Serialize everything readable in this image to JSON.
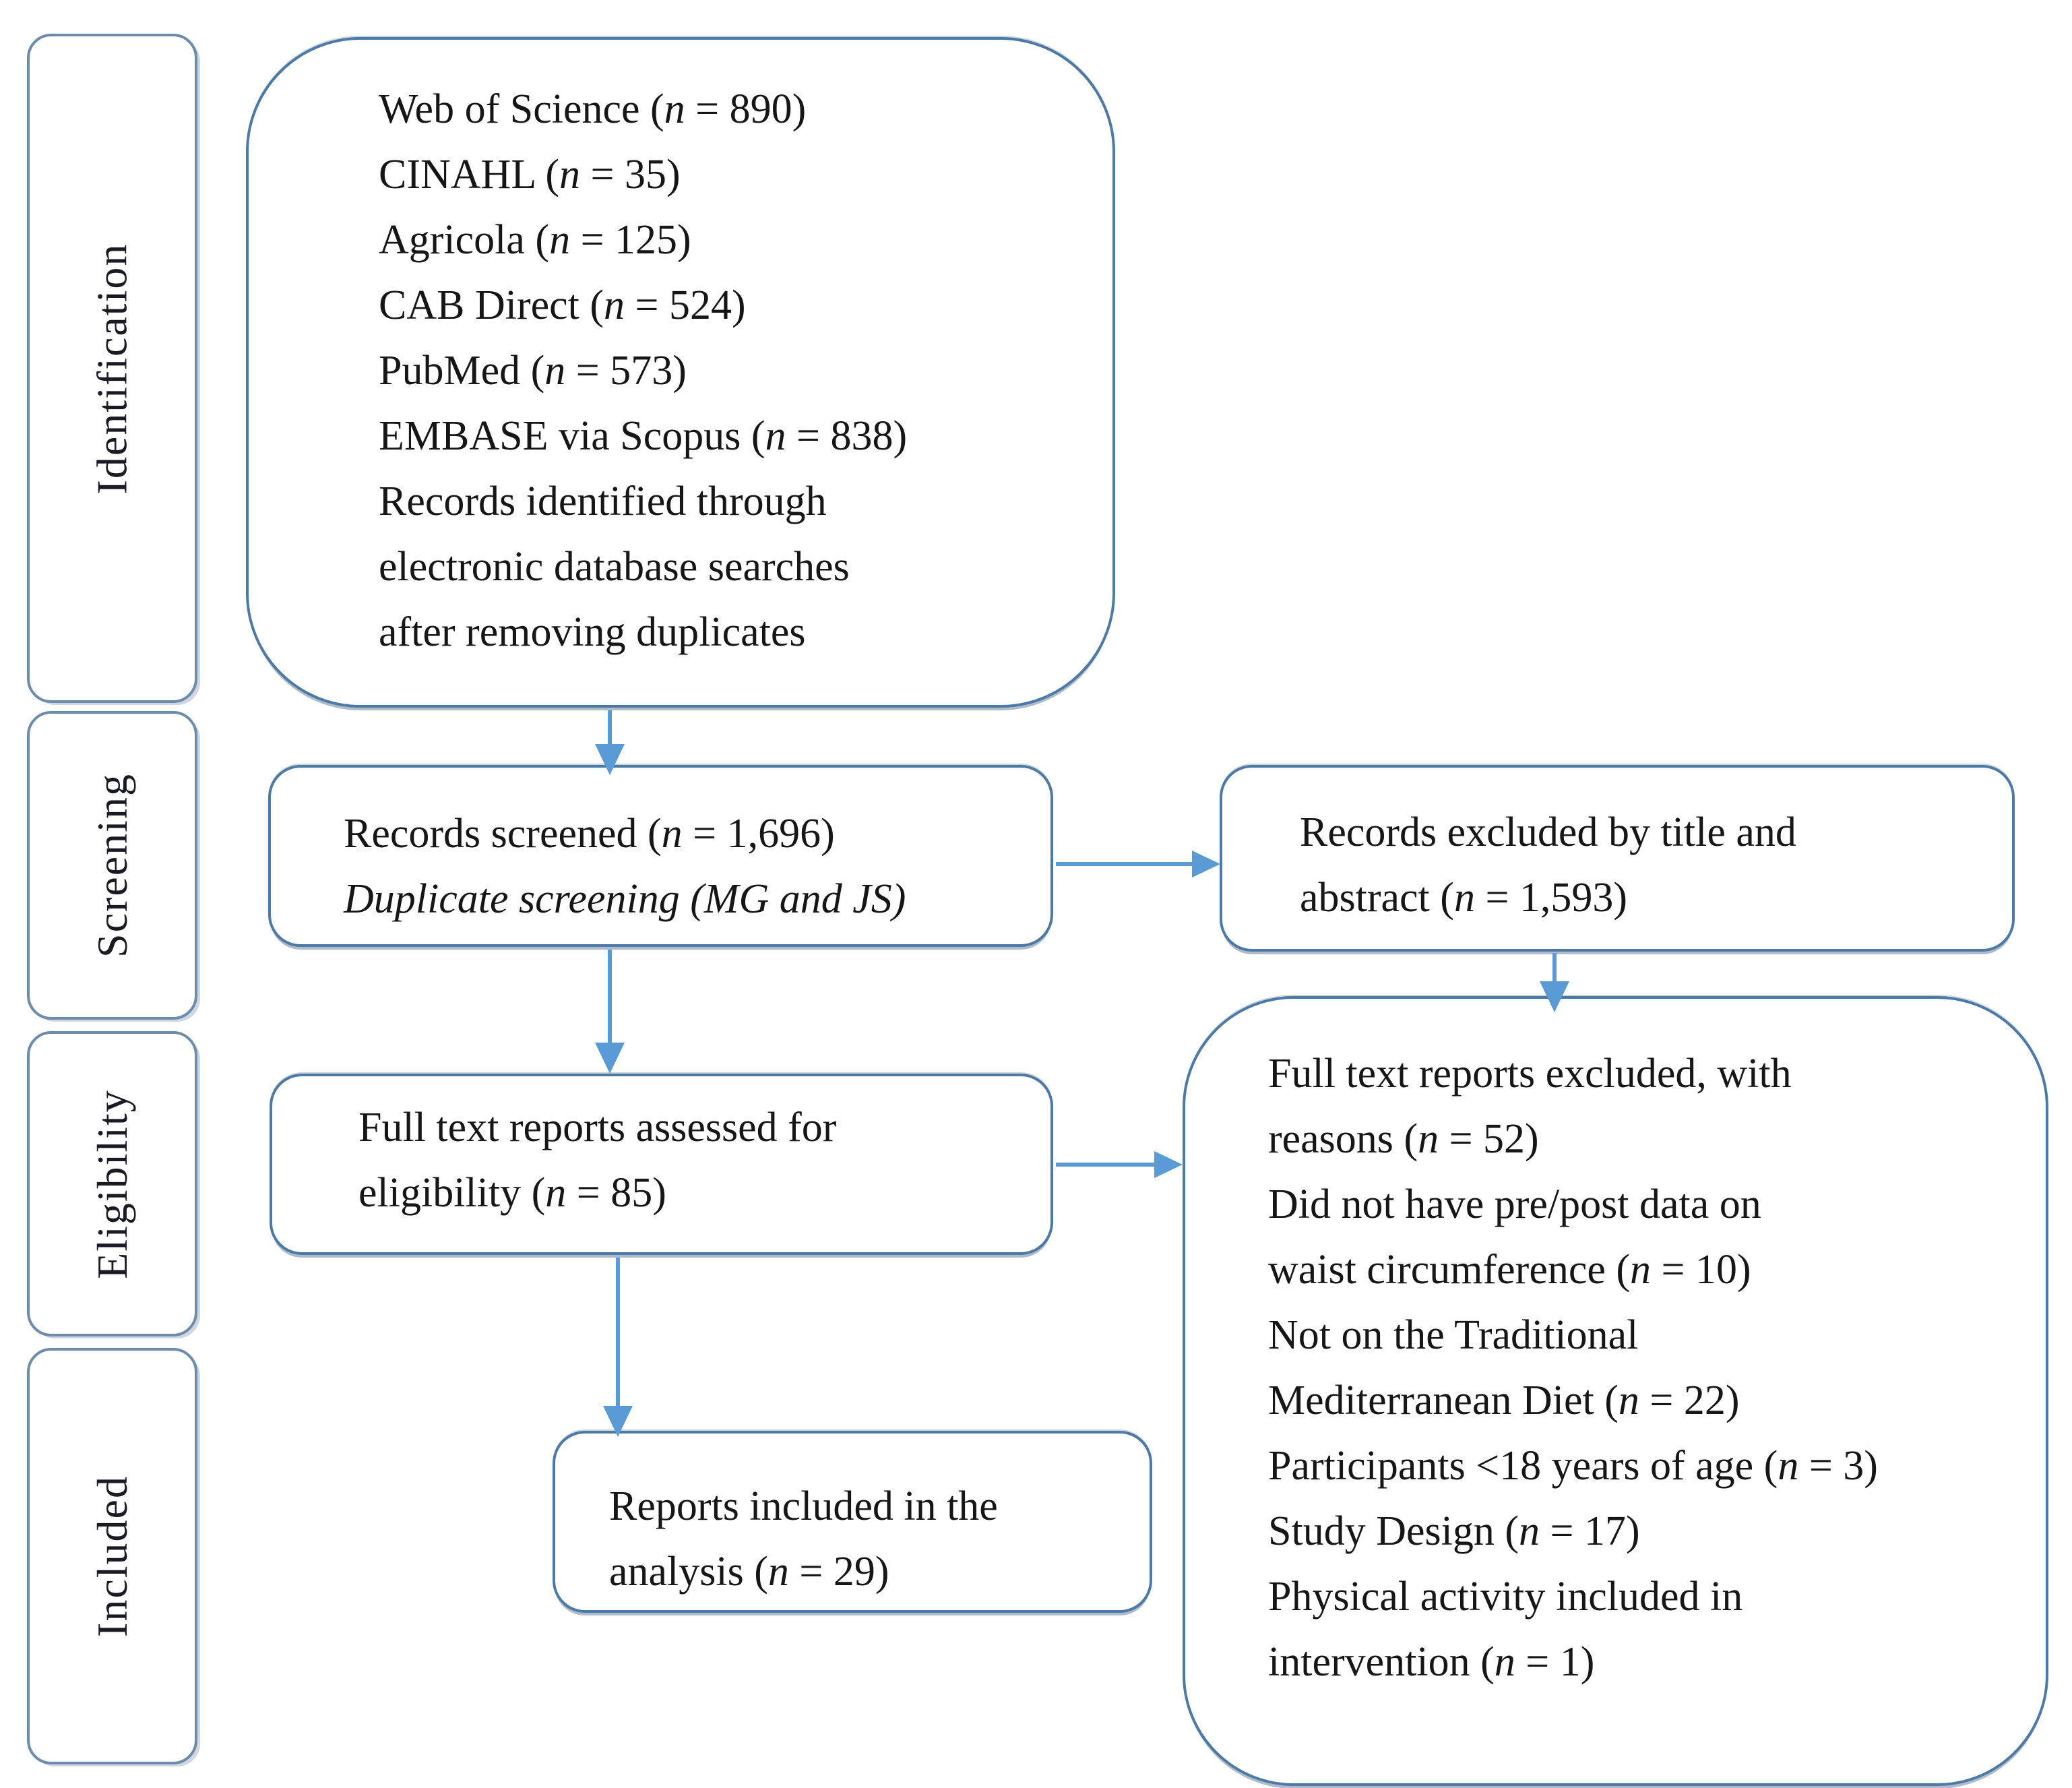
{
  "diagram_type": "prisma-flowchart",
  "colors": {
    "box_border": "#4d79a7",
    "sidebar_border": "#6d8cab",
    "arrow": "#5b9bd5",
    "text": "#161616",
    "background": "#ffffff"
  },
  "sidebar": {
    "stages": [
      {
        "label": "Identification"
      },
      {
        "label": "Screening"
      },
      {
        "label": "Eligibility"
      },
      {
        "label": "Included"
      }
    ]
  },
  "flow": {
    "identified": {
      "lines": [
        "Web of Science (n = 890)",
        "CINAHL (n = 35)",
        "Agricola (n = 125)",
        "CAB Direct (n = 524)",
        "PubMed (n = 573)",
        "EMBASE via Scopus (n = 838)",
        "Records identified through",
        "electronic database searches",
        "after removing duplicates"
      ],
      "italic_lines": []
    },
    "screened": {
      "lines": [
        "Records screened (n = 1,696)",
        "Duplicate screening (MG and JS)"
      ],
      "italic_lines": [
        1
      ]
    },
    "assessed": {
      "lines": [
        "Full text reports assessed for",
        "eligibility (n = 85)"
      ],
      "italic_lines": []
    },
    "included": {
      "lines": [
        "Reports included in the",
        "analysis (n = 29)"
      ],
      "italic_lines": []
    },
    "excluded_title_abstract": {
      "lines": [
        "Records excluded by title and",
        "abstract (n = 1,593)"
      ],
      "italic_lines": []
    },
    "excluded_fulltext": {
      "lines": [
        "Full text reports excluded, with",
        "reasons (n = 52)",
        "Did not have pre/post data on",
        "waist circumference (n = 10)",
        "Not on the Traditional",
        "Mediterranean Diet (n = 22)",
        "Participants <18 years of age (n = 3)",
        "Study Design (n = 17)",
        "Physical activity included in",
        "intervention (n = 1)"
      ],
      "italic_lines": []
    }
  }
}
